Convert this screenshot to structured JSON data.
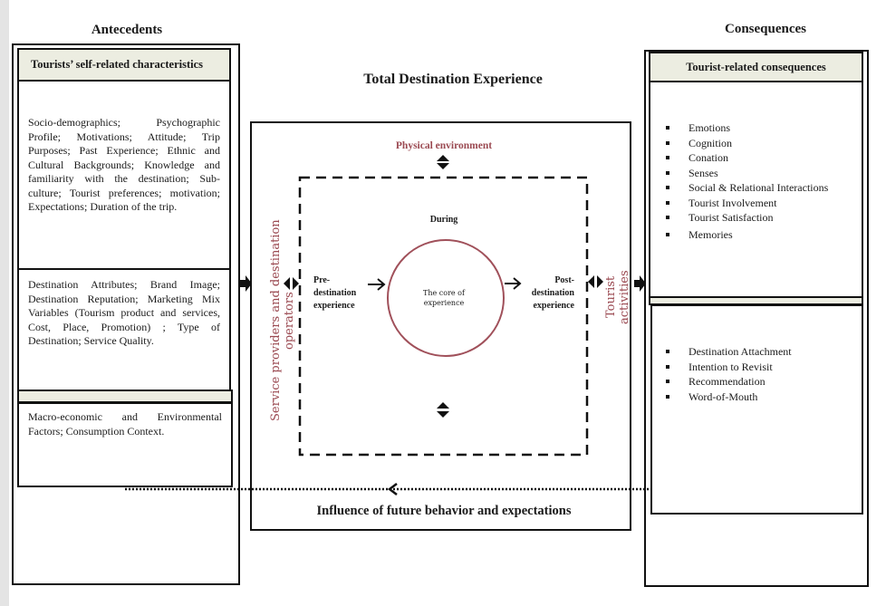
{
  "antecedents": {
    "title": "Antecedents",
    "header": "Tourists’ self-related characteristics",
    "box1_text": "Socio-demographics; Psychographic Profile; Motivations; Attitude; Trip Purposes; Past Experience; Ethnic and Cultural Backgrounds; Knowledge and familiarity with the destination; Sub-culture; Tourist preferences; motivation; Expectations; Duration of the trip.",
    "box2_text": "Destination Attributes; Brand Image; Destination Reputation; Marketing Mix Variables (Tourism product and services, Cost, Place, Promotion) ; Type of Destination; Service Quality.",
    "box3_text": "Macro-economic and Environmental Factors; Consumption Context."
  },
  "center": {
    "title": "Total Destination Experience",
    "physical_environment": "Physical environment",
    "left_side_label": "Service providers and destination operators",
    "right_side_label": "Tourist activities",
    "during": "During",
    "pre": "Pre-destination experience",
    "core": "The core of experience",
    "post": "Post-destination experience",
    "feedback": "Influence of future behavior and expectations"
  },
  "consequences": {
    "title": "Consequences",
    "header": "Tourist-related consequences",
    "list1": [
      "Emotions",
      "Cognition",
      "Conation",
      "Senses",
      "Social & Relational Interactions",
      "Tourist Involvement",
      "Tourist Satisfaction",
      "Memories"
    ],
    "list2": [
      "Destination Attachment",
      "Intention to Revisit",
      "Recommendation",
      "Word-of-Mouth"
    ]
  },
  "colors": {
    "accent_red": "#9b4a52",
    "header_fill": "#ecede1",
    "line": "#111111"
  }
}
